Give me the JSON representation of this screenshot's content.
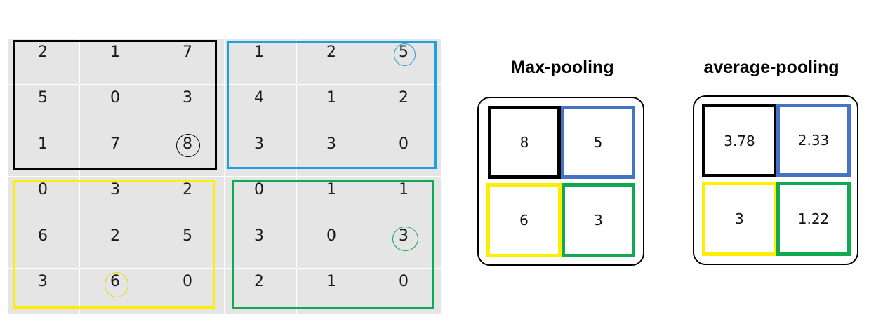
{
  "input_matrix": [
    [
      "2",
      "1",
      "7",
      "1",
      "2",
      "5"
    ],
    [
      "5",
      "0",
      "3",
      "4",
      "1",
      "2"
    ],
    [
      "1",
      "7",
      "8",
      "3",
      "3",
      "0"
    ],
    [
      "0",
      "3",
      "2",
      "0",
      "1",
      "1"
    ],
    [
      "6",
      "2",
      "5",
      "3",
      "0",
      "3"
    ],
    [
      "3",
      "6",
      "0",
      "2",
      "1",
      "0"
    ]
  ],
  "colors": {
    "top_left": "#000000",
    "top_right": "#1ea0e0",
    "bottom_left": "#ffee00",
    "bottom_right": "#10a850",
    "pool_top_right": "#4472c4",
    "grid_bg": "#e5e5e5"
  },
  "max_pooling": {
    "title": "Max-pooling",
    "values": [
      "8",
      "5",
      "6",
      "3"
    ]
  },
  "average_pooling": {
    "title": "average-pooling",
    "values": [
      "3.78",
      "2.33",
      "3",
      "1.22"
    ]
  }
}
